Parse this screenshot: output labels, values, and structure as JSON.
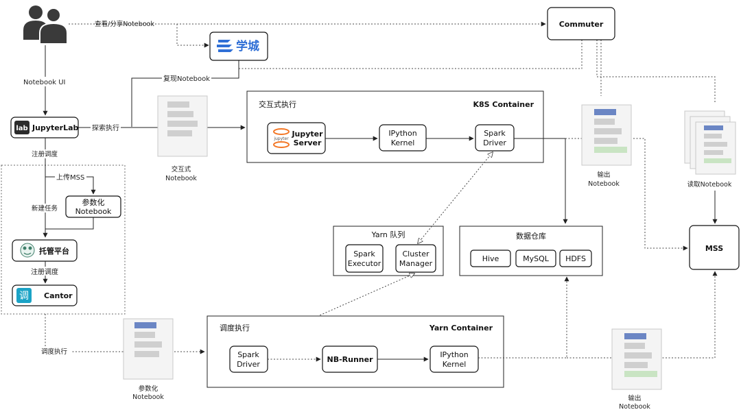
{
  "users": {
    "icon": "users-icon"
  },
  "edges_text": {
    "share": "查看/分享Notebook",
    "notebook_ui": "Notebook UI",
    "reproduce": "复现Notebook",
    "explore": "探索执行",
    "register": "注册调度",
    "upload": "上传MSS",
    "new_task": "新建任务",
    "register2": "注册调度",
    "schedule_exec": "调度执行"
  },
  "nodes": {
    "commuter": "Commuter",
    "xuecheng": "学城",
    "jupyterlab": "JupyterLab",
    "jupyterlab_badge": "lab",
    "param_notebook_line1": "参数化",
    "param_notebook_line2": "Notebook",
    "hosting": "托管平台",
    "cantor": "Cantor",
    "cantor_badge": "调",
    "jupyter_server_line1": "Jupyter",
    "jupyter_server_line2": "Server",
    "jupyter_logo_text": "jupyter",
    "ipython_kernel_line1": "IPython",
    "ipython_kernel_line2": "Kernel",
    "spark_driver_line1": "Spark",
    "spark_driver_line2": "Driver",
    "spark_executor_line1": "Spark",
    "spark_executor_line2": "Executor",
    "cluster_manager_line1": "Cluster",
    "cluster_manager_line2": "Manager",
    "hive": "Hive",
    "mysql": "MySQL",
    "hdfs": "HDFS",
    "mss": "MSS",
    "nb_runner": "NB-Runner",
    "ipython_kernel2_line1": "IPython",
    "ipython_kernel2_line2": "Kernel",
    "spark_driver2_line1": "Spark",
    "spark_driver2_line2": "Driver"
  },
  "containers": {
    "interactive_title": "交互式执行",
    "interactive_tag": "K8S Container",
    "yarn_queue": "Yarn 队列",
    "warehouse": "数据仓库",
    "schedule_title": "调度执行",
    "schedule_tag": "Yarn Container"
  },
  "docs": {
    "interactive_line1": "交互式",
    "interactive_line2": "Notebook",
    "output1_line1": "输出",
    "output1_line2": "Notebook",
    "read": "读取Notebook",
    "param_line1": "参数化",
    "param_line2": "Notebook",
    "output2_line1": "输出",
    "output2_line2": "Notebook"
  },
  "colors": {
    "accent_blue": "#6b86c4",
    "accent_green": "#c9e4c3",
    "xuecheng_blue": "#2f6fd6",
    "jupyter_orange": "#f37726",
    "cantor_teal": "#1ba3c6"
  }
}
